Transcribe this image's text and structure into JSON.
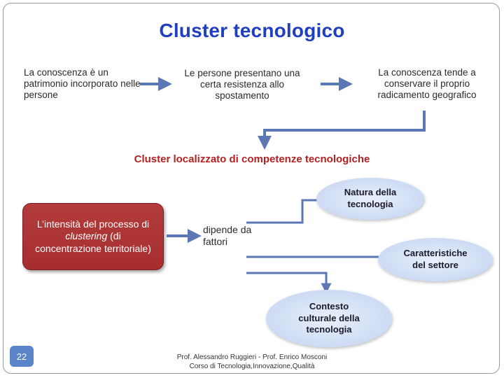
{
  "title": "Cluster tecnologico",
  "top_row": {
    "box1": "La conoscenza è un patrimonio incorporato nelle persone",
    "box2": "Le persone presentano una certa resistenza allo spostamento",
    "box3": "La conoscenza tende a conservare il proprio radicamento geografico"
  },
  "subtitle": "Cluster localizzato di competenze tecnologiche",
  "intensity": {
    "pre": "L’intensità del processo di ",
    "italic": "clustering",
    "post": " (di concentrazione territoriale)"
  },
  "depends": "dipende da fattori",
  "factors": {
    "f1": "Natura della tecnologia",
    "f2": "Caratteristiche del settore",
    "f3": "Contesto culturale della tecnologia"
  },
  "page_number": "22",
  "footer": {
    "line1": "Prof. Alessandro Ruggieri - Prof. Enrico Mosconi",
    "line2": "Corso di Tecnologia,Innovazione,Qualità"
  },
  "colors": {
    "title": "#1f3fbf",
    "subtitle": "#b22222",
    "arrow": "#5b78b5",
    "red_box": "#a62e2e",
    "oval": "#cfdcf4",
    "page_badge": "#5b84c9"
  }
}
